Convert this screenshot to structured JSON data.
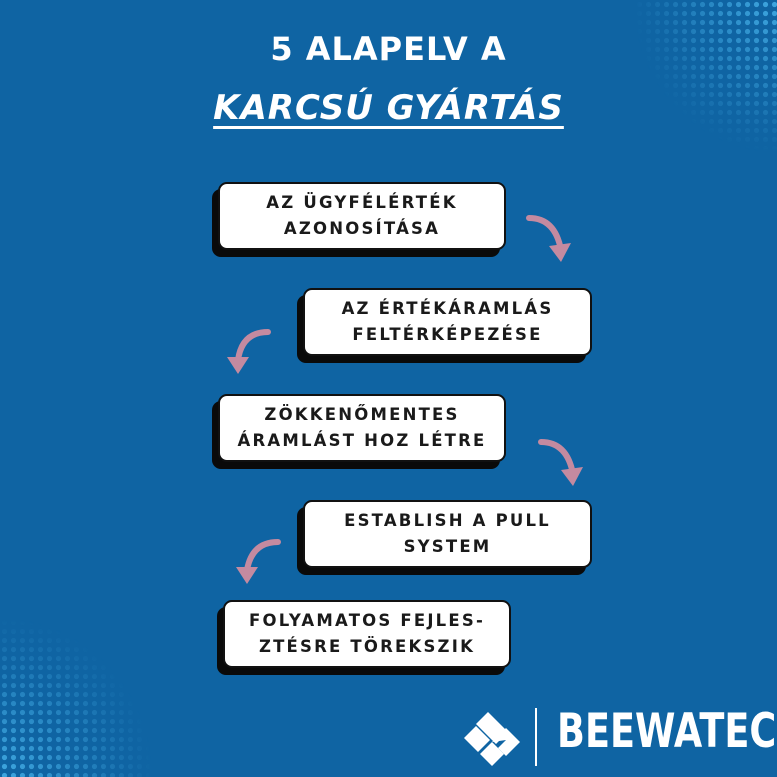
{
  "title": {
    "line1": "5 ALAPELV A",
    "line2": "KARCSÚ GYÁRTÁS"
  },
  "steps": [
    {
      "label": "AZ ÜGYFÉLÉRTÉK\nAZONOSÍTÁSA"
    },
    {
      "label": "AZ ÉRTÉKÁRAMLÁS\nFELTÉRKÉPEZÉSE"
    },
    {
      "label": "ZÖKKENŐMENTES\nÁRAMLÁST HOZ LÉTRE"
    },
    {
      "label": "ESTABLISH A PULL\nSYSTEM"
    },
    {
      "label": "FOLYAMATOS FEJLES-\nZTÉSRE TÖREKSZIK"
    }
  ],
  "brand": {
    "name": "BEEWATEC",
    "logo_icon": "beewatec-diamond-logo-icon"
  },
  "colors": {
    "background": "#0f64a3",
    "arrow": "#c48aa0",
    "box": "#ffffff",
    "shadow": "#0a0a0a"
  }
}
